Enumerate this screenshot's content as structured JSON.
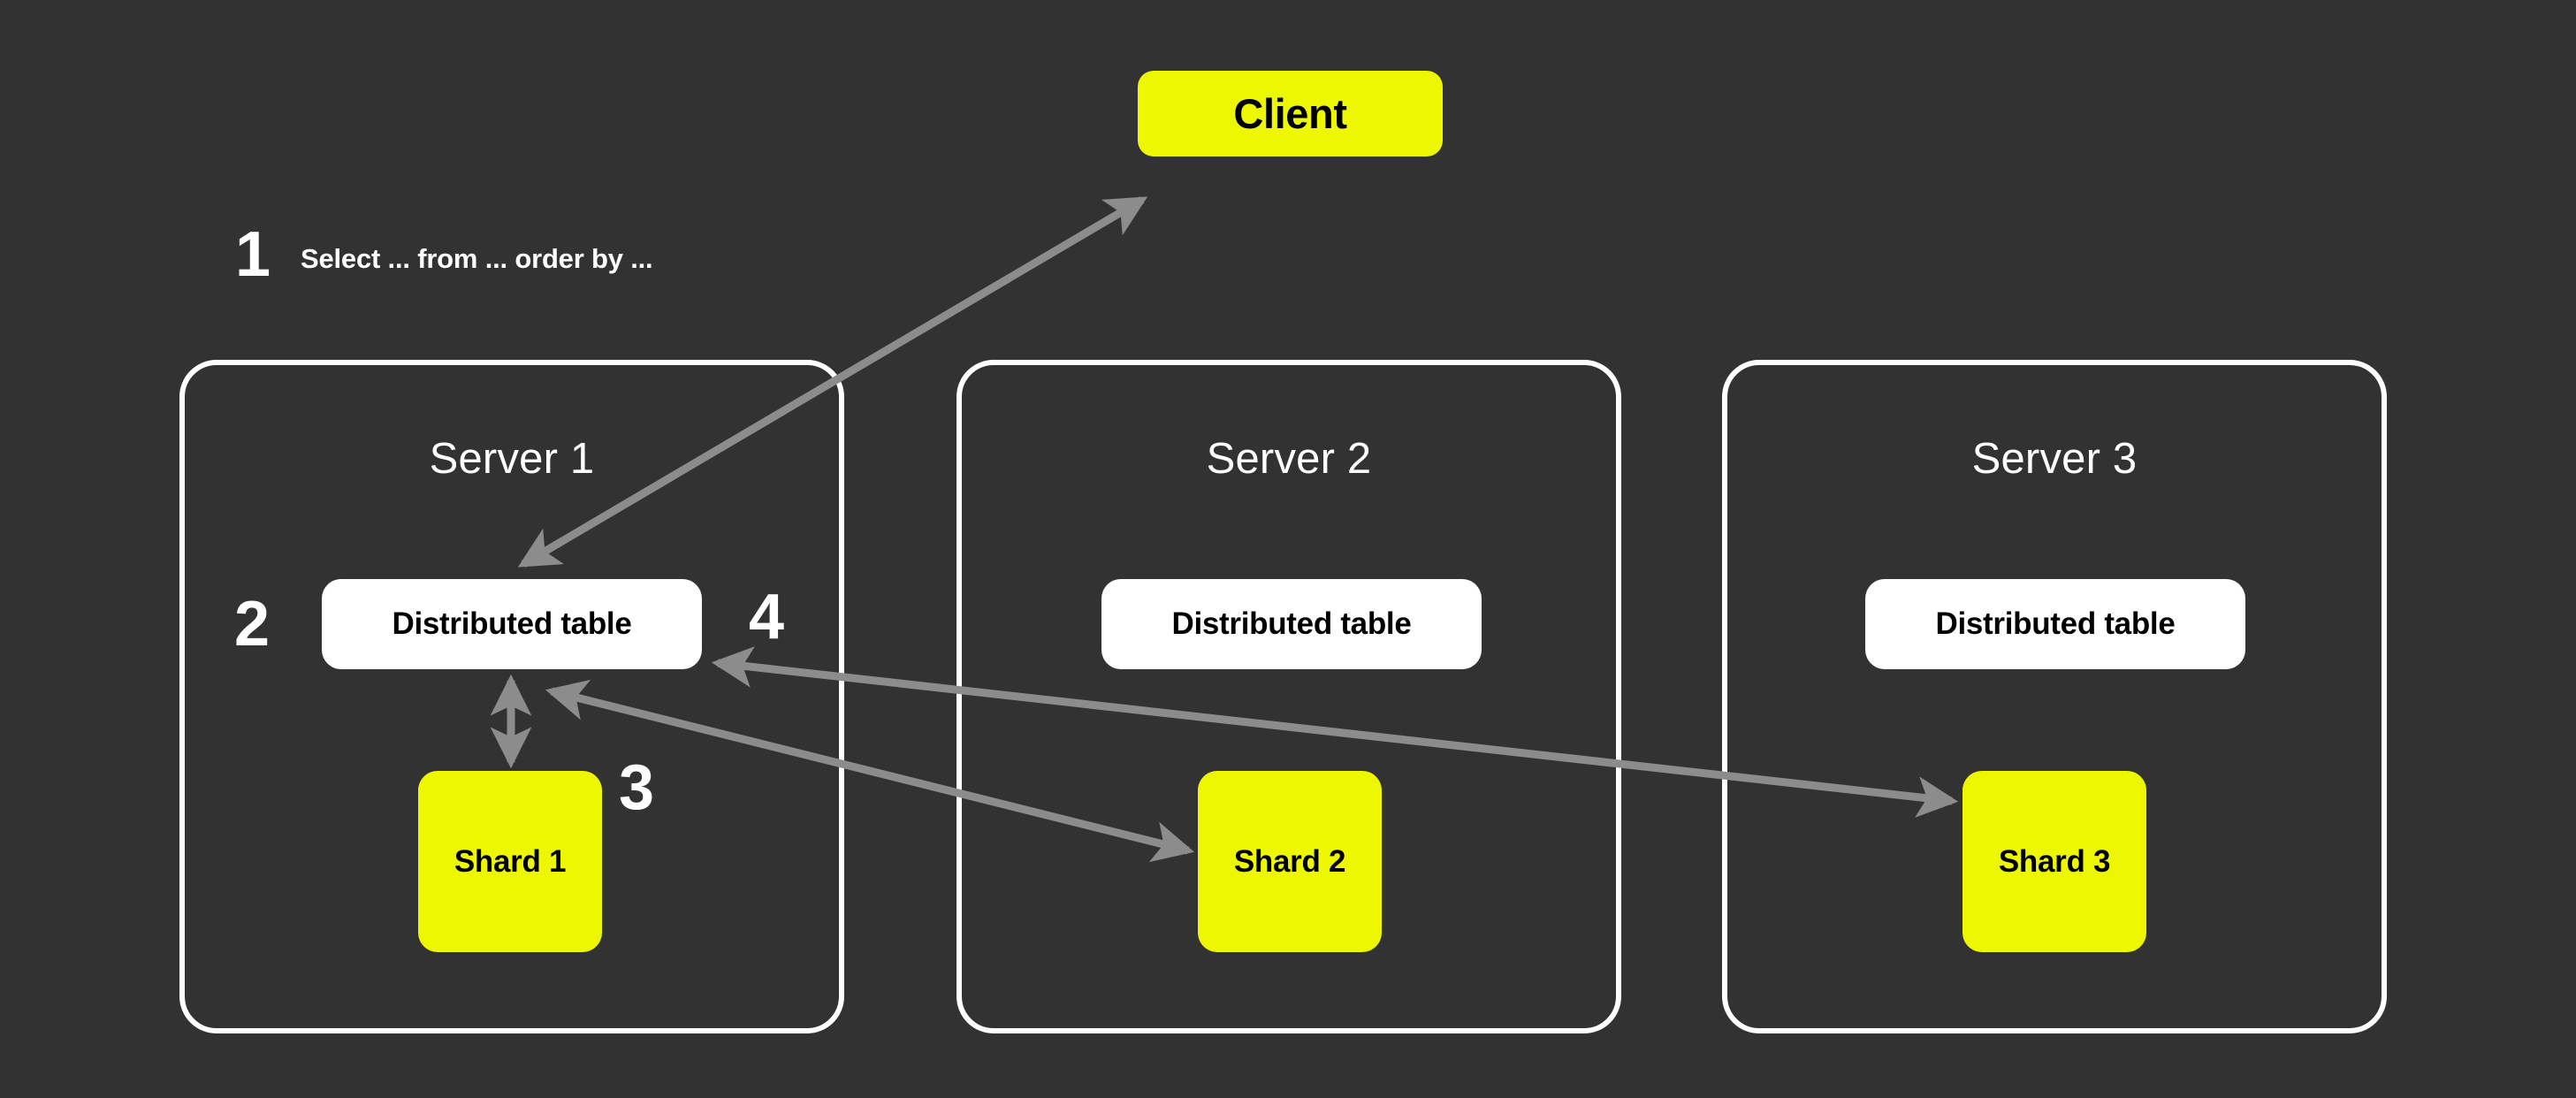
{
  "diagram": {
    "background_color": "#323232",
    "accent_color": "#edf800",
    "panel_border_color": "#ffffff",
    "arrow_color": "#8c8c8c",
    "client": {
      "label": "Client"
    },
    "steps": [
      {
        "number": "1",
        "caption": "Select ... from ... order by ..."
      },
      {
        "number": "2",
        "caption": ""
      },
      {
        "number": "3",
        "caption": ""
      },
      {
        "number": "4",
        "caption": ""
      }
    ],
    "servers": [
      {
        "title": "Server 1",
        "distributed_table_label": "Distributed table",
        "shard_label": "Shard 1"
      },
      {
        "title": "Server 2",
        "distributed_table_label": "Distributed table",
        "shard_label": "Shard 2"
      },
      {
        "title": "Server 3",
        "distributed_table_label": "Distributed table",
        "shard_label": "Shard 3"
      }
    ],
    "connections": [
      {
        "name": "client-to-distributed-table-1",
        "from": "Client",
        "to": "Distributed table (Server 1)",
        "direction": "bidirectional"
      },
      {
        "name": "distributed-table-1-to-shard-1",
        "from": "Distributed table (Server 1)",
        "to": "Shard 1",
        "direction": "bidirectional"
      },
      {
        "name": "shard-2-to-distributed-table-1",
        "from": "Shard 2",
        "to": "Distributed table (Server 1)",
        "direction": "bidirectional"
      },
      {
        "name": "shard-3-to-distributed-table-1",
        "from": "Shard 3",
        "to": "Distributed table (Server 1)",
        "direction": "bidirectional"
      }
    ]
  }
}
